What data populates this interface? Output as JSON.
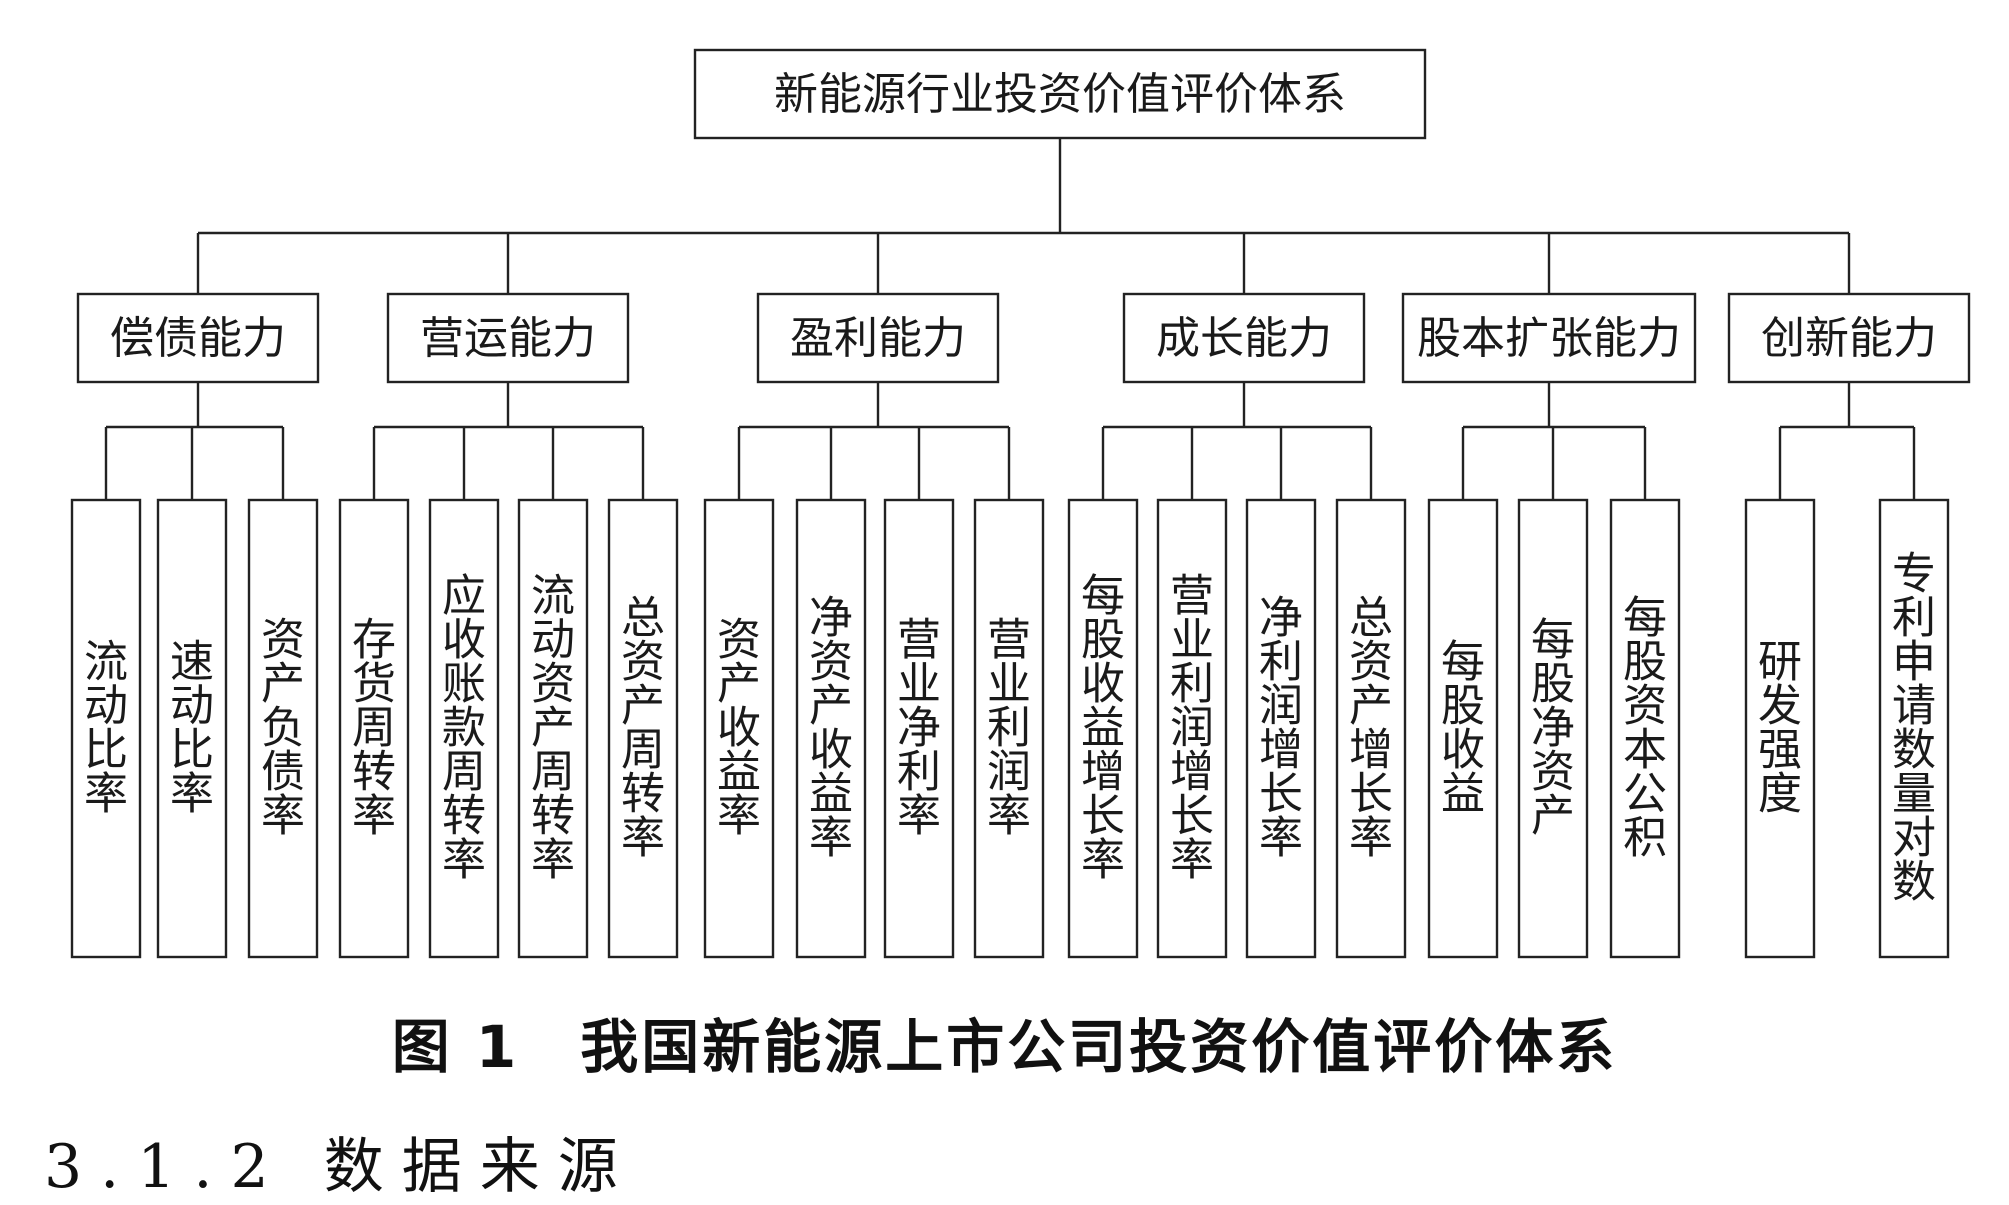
{
  "root": {
    "label": "新能源行业投资价值评价体系"
  },
  "categories": [
    {
      "label": "偿债能力",
      "indicators": [
        "流动比率",
        "速动比率",
        "资产负债率"
      ]
    },
    {
      "label": "营运能力",
      "indicators": [
        "存货周转率",
        "应收账款周转率",
        "流动资产周转率",
        "总资产周转率"
      ]
    },
    {
      "label": "盈利能力",
      "indicators": [
        "资产收益率",
        "净资产收益率",
        "营业净利率",
        "营业利润率"
      ]
    },
    {
      "label": "成长能力",
      "indicators": [
        "每股收益增长率",
        "营业利润增长率",
        "净利润增长率",
        "总资产增长率"
      ]
    },
    {
      "label": "股本扩张能力",
      "indicators": [
        "每股收益",
        "每股净资产",
        "每股资本公积"
      ]
    },
    {
      "label": "创新能力",
      "indicators": [
        "研发强度",
        "专利申请数量对数"
      ]
    }
  ],
  "caption": "图 1　我国新能源上市公司投资价值评价体系",
  "next_heading": "3.1.2 数据来源"
}
